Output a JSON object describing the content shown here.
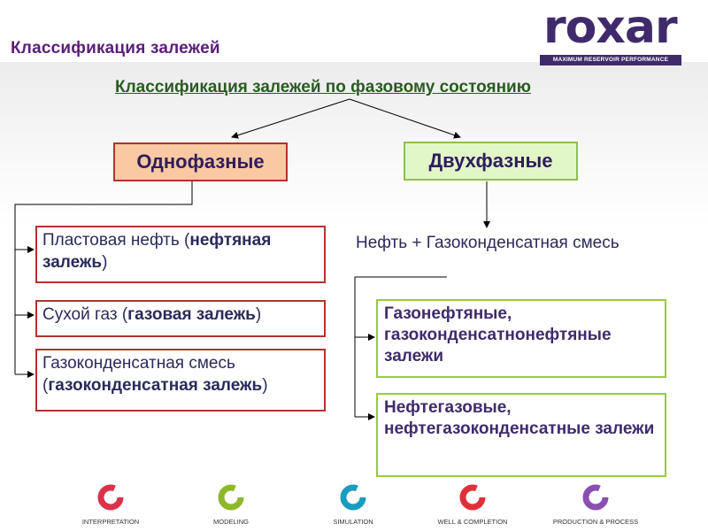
{
  "slide": {
    "title": "Классификация залежей",
    "subtitle": "Классификация залежей по фазовому состоянию"
  },
  "logo": {
    "word": "roxar",
    "tagline": "MAXIMUM RESERVOIR PERFORMANCE"
  },
  "left_branch": {
    "label": "Однофазные",
    "items": [
      {
        "pre": "Пластовая нефть (",
        "bold": "нефтяная залежь",
        "post": ")"
      },
      {
        "pre": "Сухой газ (",
        "bold": "газовая залежь",
        "post": ")"
      },
      {
        "pre": "Газоконденсатная смесь (",
        "bold": "газоконденсатная залежь",
        "post": ")"
      }
    ]
  },
  "right_branch": {
    "label": "Двухфазные",
    "mix": "Нефть + Газоконденсатная смесь",
    "items": [
      {
        "text": "Газонефтяные, газоконденсатнонефтяные залежи"
      },
      {
        "text": "Нефтегазовые, нефтегазоконденсатные залежи"
      }
    ]
  },
  "footer": {
    "items": [
      {
        "label": "INTERPRETATION",
        "icon": "interpretation-icon",
        "color": "#d9324a"
      },
      {
        "label": "MODELING",
        "icon": "modeling-icon",
        "color": "#8fb72a"
      },
      {
        "label": "SIMULATION",
        "icon": "simulation-icon",
        "color": "#1a9bc0"
      },
      {
        "label": "WELL & COMPLETION",
        "icon": "well-completion-icon",
        "color": "#e0303a"
      },
      {
        "label": "PRODUCTION & PROCESS",
        "icon": "production-process-icon",
        "color": "#8a4fb0"
      }
    ]
  },
  "colors": {
    "title": "#5a1e7a",
    "subtitle": "#2b5a22",
    "single_phase_fill": "#f8c9a2",
    "single_phase_border": "#b3322b",
    "two_phase_fill": "#e2f7c8",
    "two_phase_border": "#8fc04a",
    "logo": "#3f2b6b"
  }
}
